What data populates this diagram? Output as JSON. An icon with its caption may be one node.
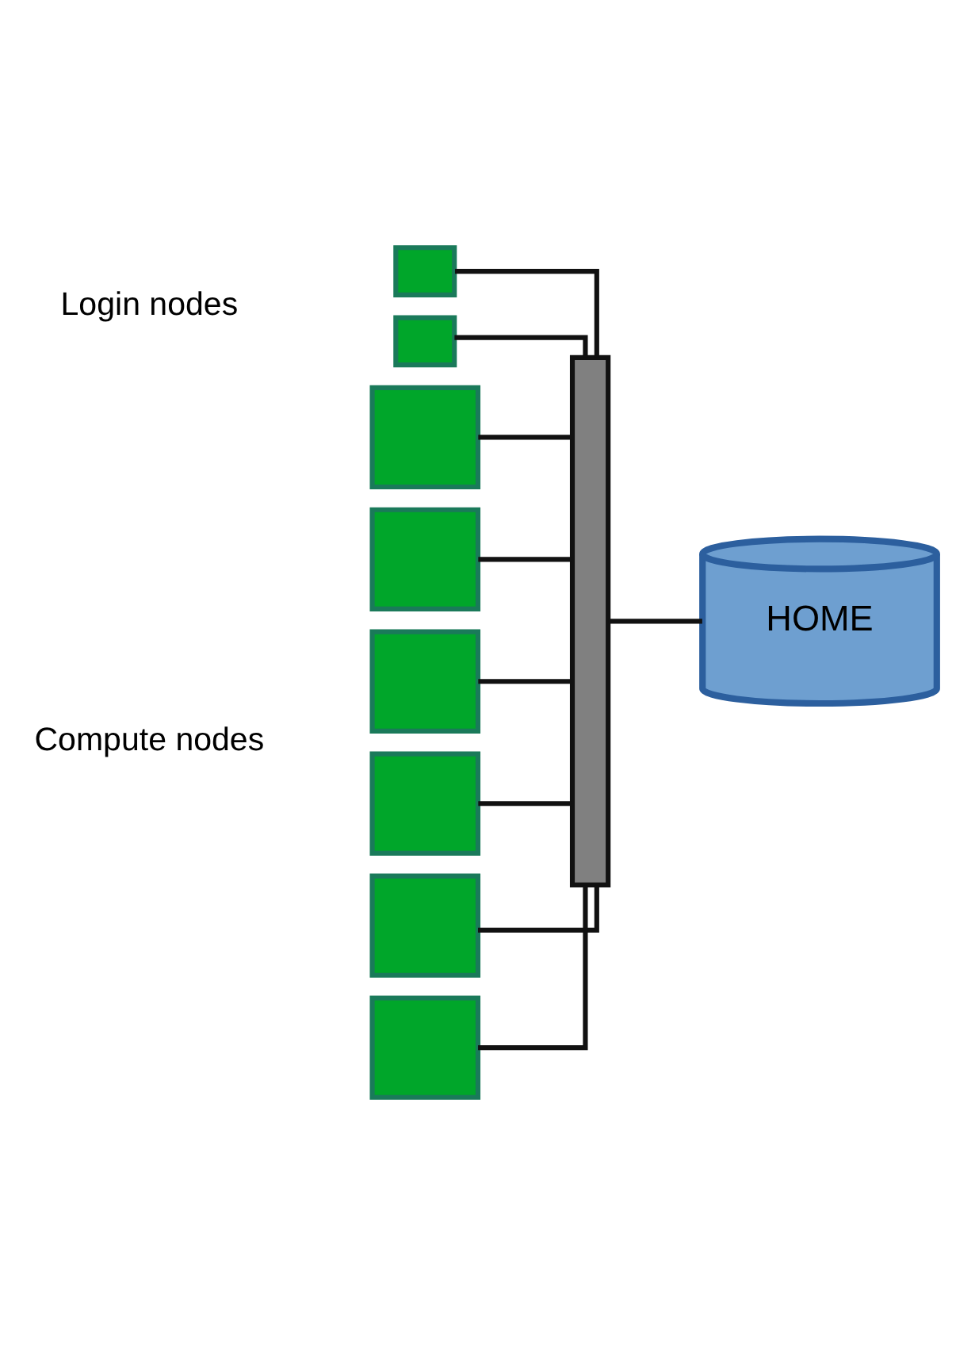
{
  "diagram": {
    "nodes": [
      {
        "text": [],
        "shape": "box"
      },
      {
        "text": [],
        "shape": "box"
      },
      {
        "text": [],
        "shape": "box"
      },
      {
        "text": [],
        "shape": "box"
      },
      {
        "text": [],
        "shape": "box"
      },
      {
        "text": [],
        "shape": "box"
      },
      {
        "text": [],
        "shape": "box"
      },
      {
        "text": [],
        "shape": "box"
      },
      {
        "text": [],
        "shape": "bar"
      },
      {
        "text": [
          "HOME"
        ]
      }
    ],
    "edges": [
      {
        "from": 0,
        "to": 8,
        "arrow": "none"
      },
      {
        "from": 1,
        "to": 8,
        "arrow": "none"
      },
      {
        "from": 2,
        "to": 8,
        "arrow": "none"
      },
      {
        "from": 3,
        "to": 8,
        "arrow": "none"
      },
      {
        "from": 4,
        "to": 8,
        "arrow": "none"
      },
      {
        "from": 5,
        "to": 8,
        "arrow": "none"
      },
      {
        "from": 6,
        "to": 8,
        "arrow": "none"
      },
      {
        "from": 7,
        "to": 8,
        "arrow": "none"
      },
      {
        "from": 8,
        "to": 9,
        "arrow": "none"
      }
    ],
    "labels": [
      "Login nodes",
      "Compute nodes"
    ]
  }
}
